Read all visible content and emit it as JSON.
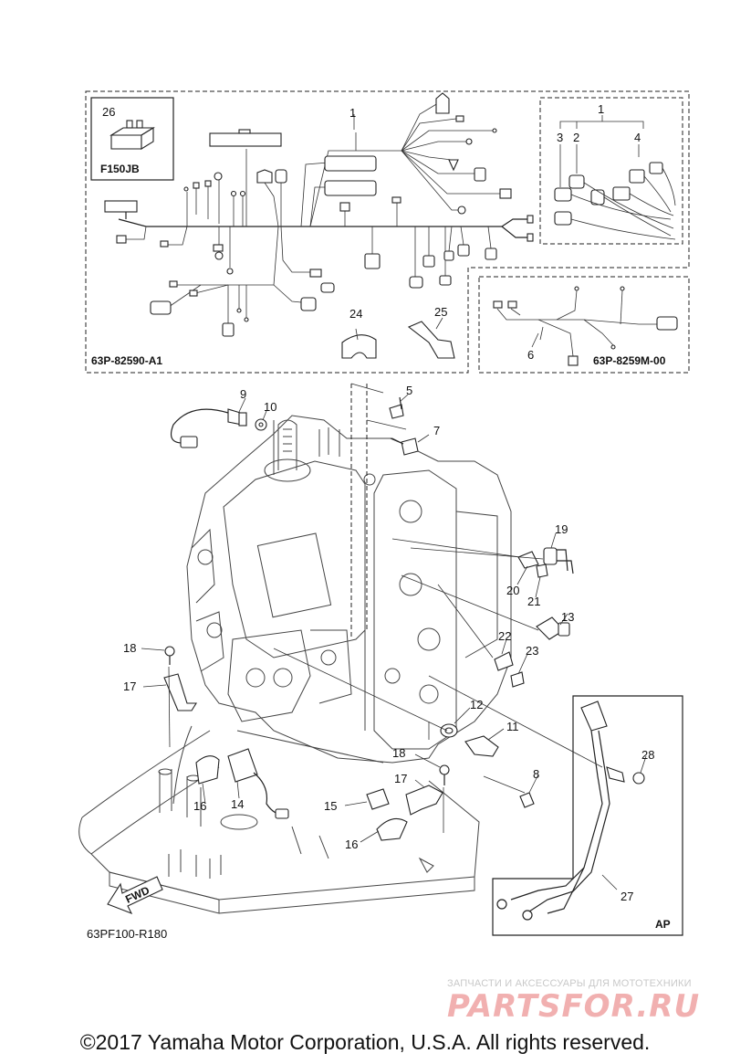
{
  "diagram": {
    "part_numbers": {
      "p1": "1",
      "p1b": "1",
      "p2": "2",
      "p3": "3",
      "p4": "4",
      "p5": "5",
      "p6": "6",
      "p7": "7",
      "p8": "8",
      "p9": "9",
      "p10": "10",
      "p11": "11",
      "p12": "12",
      "p13": "13",
      "p14": "14",
      "p15": "15",
      "p16": "16",
      "p16b": "16",
      "p17": "17",
      "p17b": "17",
      "p18": "18",
      "p18b": "18",
      "p19": "19",
      "p20": "20",
      "p21": "21",
      "p22": "22",
      "p23": "23",
      "p24": "24",
      "p25": "25",
      "p26": "26",
      "p27": "27",
      "p28": "28"
    },
    "codes": {
      "model_inset": "F150JB",
      "harness_main": "63P-82590-A1",
      "harness_sub": "63P-8259M-00",
      "diagram_code": "63PF100-R180",
      "ap_box": "AP"
    },
    "fwd_label": "FWD"
  },
  "footer": {
    "copyright": "©2017 Yamaha Motor Corporation, U.S.A. All rights reserved."
  },
  "watermark": {
    "tagline": "ЗАПЧАСТИ И АКСЕССУАРЫ ДЛЯ МОТОТЕХНИКИ",
    "brand": "PARTSFOR.RU"
  }
}
